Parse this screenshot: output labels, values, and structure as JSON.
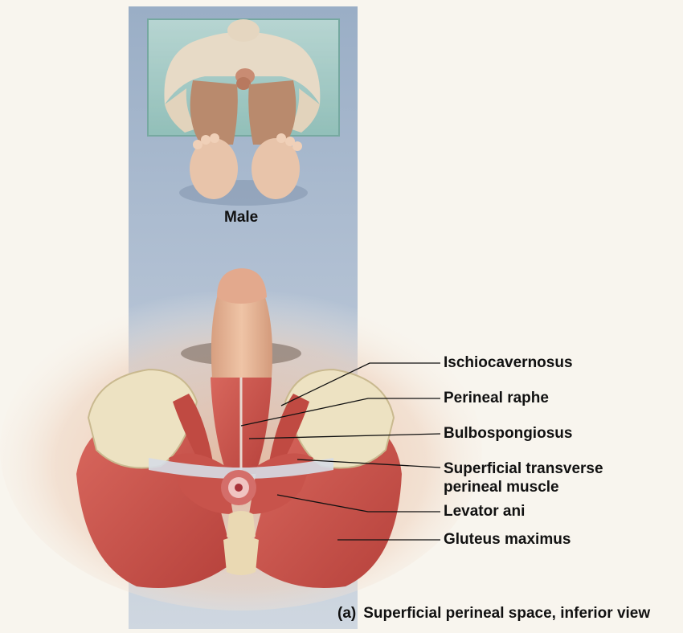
{
  "figure": {
    "inset_label": "Male",
    "labels": [
      "Ischiocavernosus",
      "Perineal raphe",
      "Bulbospongiosus",
      "Superficial transverse",
      "perineal muscle",
      "Levator ani",
      "Gluteus maximus"
    ],
    "caption_tag": "(a)",
    "caption_text": "Superficial perineal space, inferior view"
  },
  "colors": {
    "background": "#f8f5ee",
    "panel": "#a9b8cc",
    "muscle": "#c9524a",
    "bone": "#e9dcb8",
    "skin": "#e2b08f"
  }
}
